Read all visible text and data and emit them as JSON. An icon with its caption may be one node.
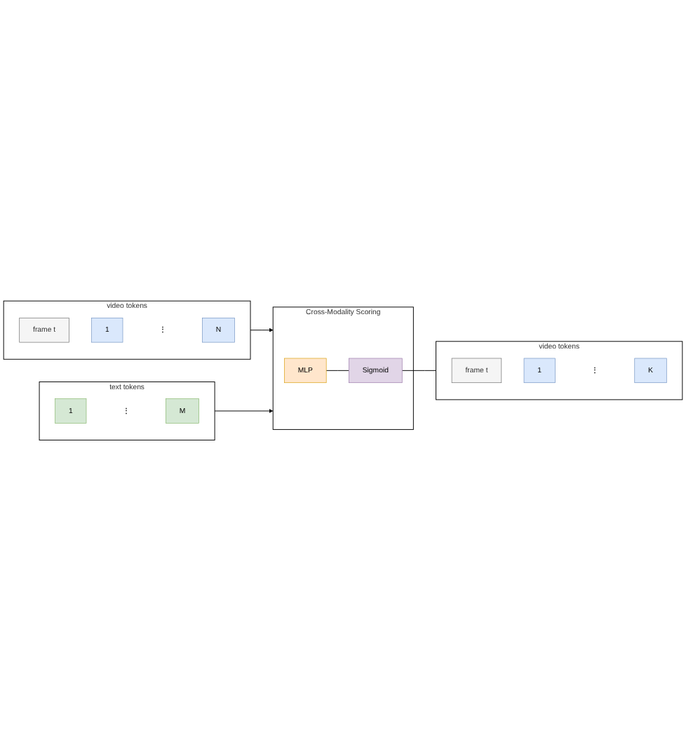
{
  "diagram": {
    "nodes": [
      {
        "text": [
          "video tokens"
        ]
      },
      {
        "text": [
          "frame t"
        ],
        "in": 0
      },
      {
        "text": [
          "1"
        ],
        "in": 0
      },
      {
        "text": [
          "⋮"
        ],
        "in": 0
      },
      {
        "text": [
          "N"
        ],
        "in": 0
      },
      {
        "text": [
          "text tokens"
        ]
      },
      {
        "text": [
          "1"
        ],
        "in": 5
      },
      {
        "text": [
          "⋮"
        ],
        "in": 5
      },
      {
        "text": [
          "M"
        ],
        "in": 5
      },
      {
        "text": [
          "Cross-Modality Scoring"
        ]
      },
      {
        "text": [
          "MLP"
        ],
        "in": 9
      },
      {
        "text": [
          "Sigmoid"
        ],
        "in": 9
      },
      {
        "text": [
          "video tokens"
        ]
      },
      {
        "text": [
          "frame t"
        ],
        "in": 12
      },
      {
        "text": [
          "1"
        ],
        "in": 12
      },
      {
        "text": [
          "⋮"
        ],
        "in": 12
      },
      {
        "text": [
          "K"
        ],
        "in": 12
      }
    ],
    "edges": [
      {
        "from": 0,
        "to": 9,
        "arrow": "to"
      },
      {
        "from": 5,
        "to": 9,
        "arrow": "to"
      },
      {
        "from": 10,
        "to": 11,
        "arrow": "none"
      },
      {
        "from": 11,
        "to": 12,
        "arrow": "none"
      }
    ]
  }
}
